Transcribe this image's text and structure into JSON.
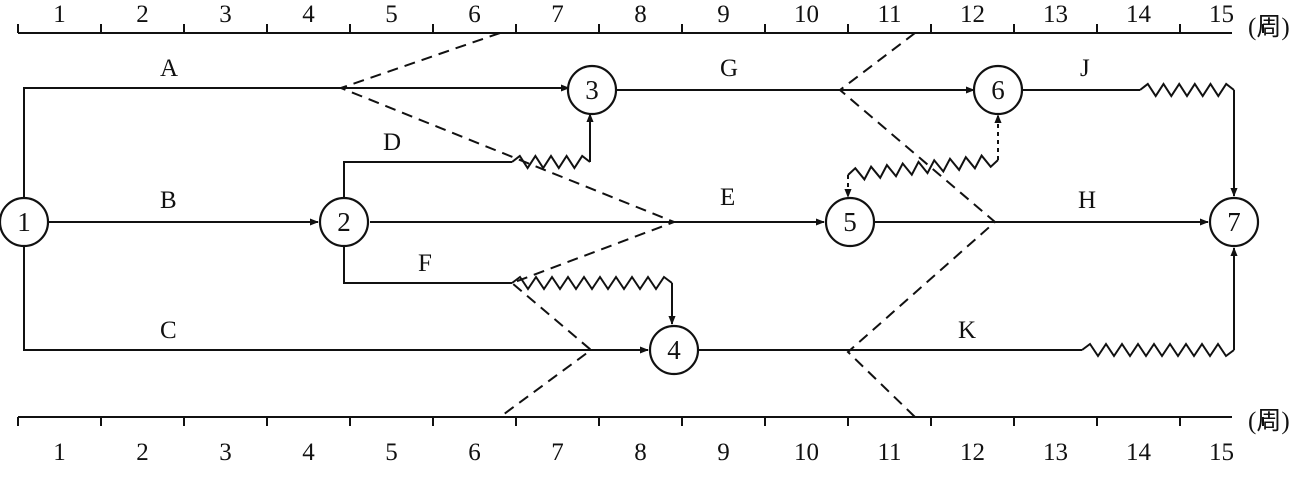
{
  "scale": {
    "unit": "(周)",
    "weeks": [
      "1",
      "2",
      "3",
      "4",
      "5",
      "6",
      "7",
      "8",
      "9",
      "10",
      "11",
      "12",
      "13",
      "14",
      "15"
    ]
  },
  "nodes": [
    {
      "id": "n1",
      "label": "1"
    },
    {
      "id": "n2",
      "label": "2"
    },
    {
      "id": "n3",
      "label": "3"
    },
    {
      "id": "n4",
      "label": "4"
    },
    {
      "id": "n5",
      "label": "5"
    },
    {
      "id": "n6",
      "label": "6"
    },
    {
      "id": "n7",
      "label": "7"
    }
  ],
  "activities": {
    "A": "A",
    "B": "B",
    "C": "C",
    "D": "D",
    "E": "E",
    "F": "F",
    "G": "G",
    "H": "H",
    "J": "J",
    "K": "K"
  }
}
